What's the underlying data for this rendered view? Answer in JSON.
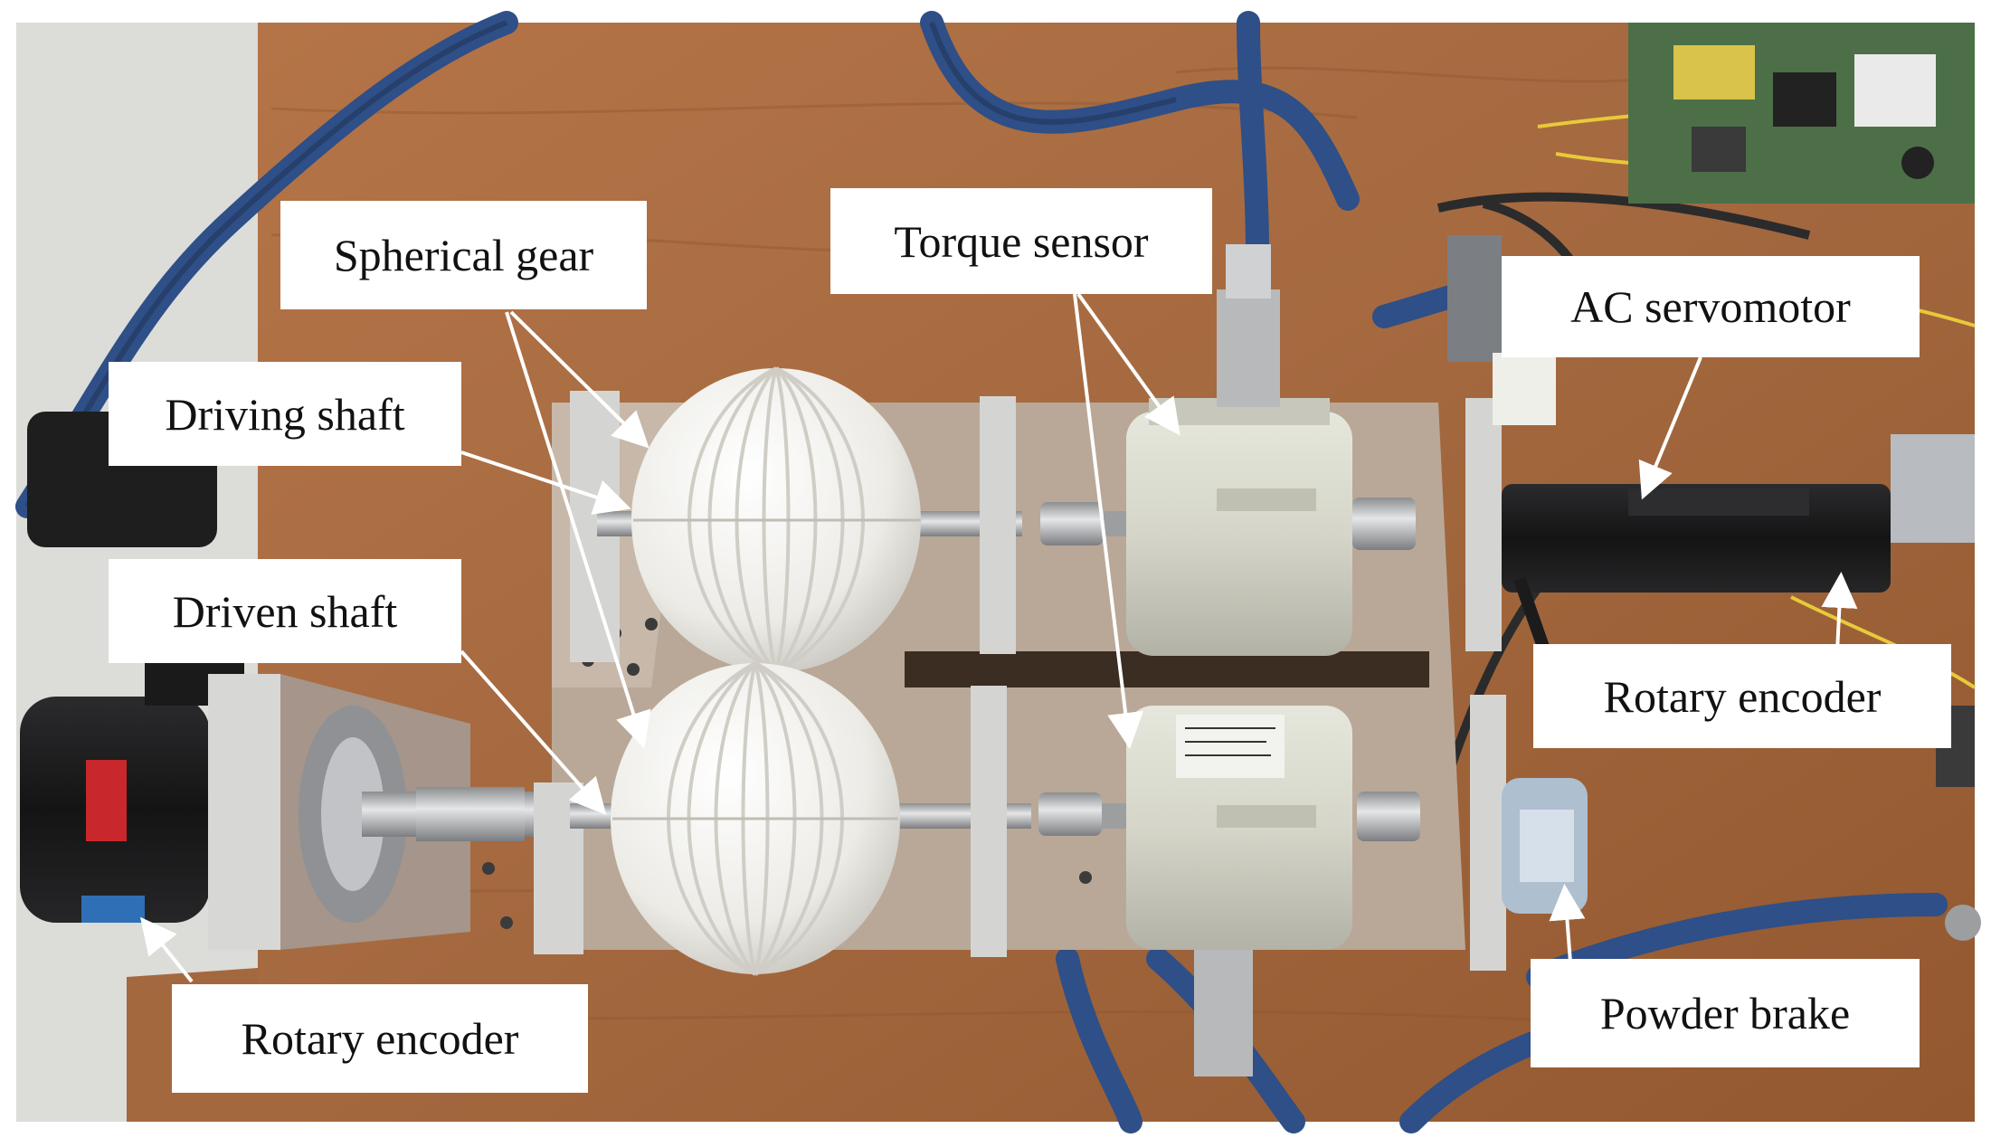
{
  "labels": {
    "spherical_gear": "Spherical gear",
    "torque_sensor": "Torque sensor",
    "ac_servomotor": "AC servomotor",
    "driving_shaft": "Driving shaft",
    "driven_shaft": "Driven shaft",
    "rotary_encoder_right": "Rotary encoder",
    "rotary_encoder_left": "Rotary encoder",
    "powder_brake": "Powder brake"
  },
  "colors": {
    "wood": "#a4683f",
    "wood_dark": "#8a522e",
    "cable_blue": "#2e4f87",
    "plate_metal": "#b9a898",
    "sensor_body": "#d9dacd",
    "gear_white": "#f2f2ee",
    "motor_black": "#1b1b1c",
    "arrow": "#ffffff"
  }
}
